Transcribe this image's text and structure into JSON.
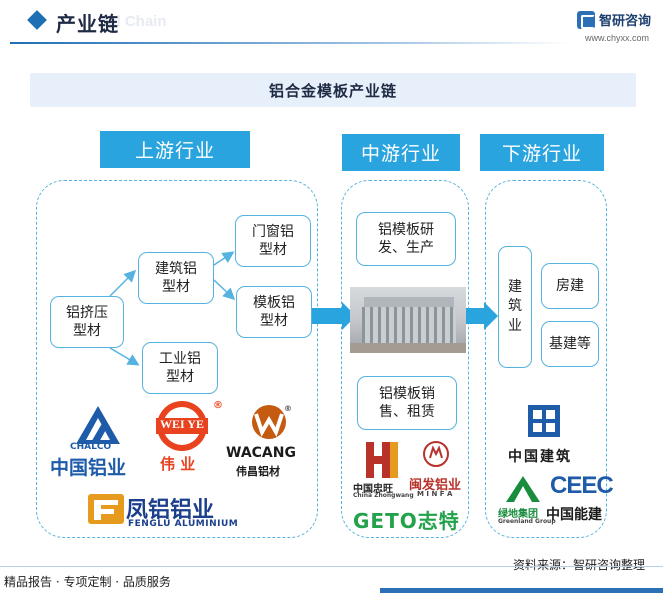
{
  "header": {
    "title": "产业链",
    "title_ghost": "ial Chain",
    "brand_name": "智研咨询",
    "brand_url": "www.chyxx.com"
  },
  "banner": {
    "title": "铝合金模板产业链"
  },
  "upstream": {
    "label": "上游行业",
    "nodes": {
      "extrusion": "铝挤压\n型材",
      "construction": "建筑铝\n型材",
      "industrial": "工业铝\n型材",
      "window": "门窗铝\n型材",
      "formwork": "模板铝\n型材"
    },
    "logos": {
      "chalco_en": "CHALCO",
      "chalco_cn": "中国铝业",
      "weiye_en": "WEI YE",
      "weiye_cn": "伟 业",
      "wacang_en": "WACANG",
      "wacang_cn": "伟昌铝材",
      "fenglu_cn": "凤铝铝业",
      "fenglu_en": "FENGLU ALUMINIUM",
      "registered": "®"
    }
  },
  "midstream": {
    "label": "中游行业",
    "nodes": {
      "rnd": "铝模板研\n发、生产",
      "sales": "铝模板销\n售、租赁"
    },
    "logos": {
      "zhongwang_cn": "中国忠旺",
      "zhongwang_en": "China Zhongwang",
      "minfa_cn": "闽发铝业",
      "minfa_en": "M I N F A",
      "geto": "GETO志特"
    }
  },
  "downstream": {
    "label": "下游行业",
    "nodes": {
      "building": "建\n筑\n业",
      "housing": "房建",
      "infrastructure": "基建等"
    },
    "logos": {
      "cscec_cn": "中国建筑",
      "greenland_cn": "绿地集团",
      "greenland_en": "Greenland Group",
      "ceec_en": "CEEC",
      "ceec_cn": "中国能建"
    }
  },
  "source": "资料来源：智研咨询整理",
  "footer": "精品报告 · 专项定制 · 品质服务",
  "colors": {
    "accent": "#2aa4de",
    "border": "#56b3e0",
    "brand": "#1f6fb5",
    "banner_bg": "#e7f0fa"
  }
}
